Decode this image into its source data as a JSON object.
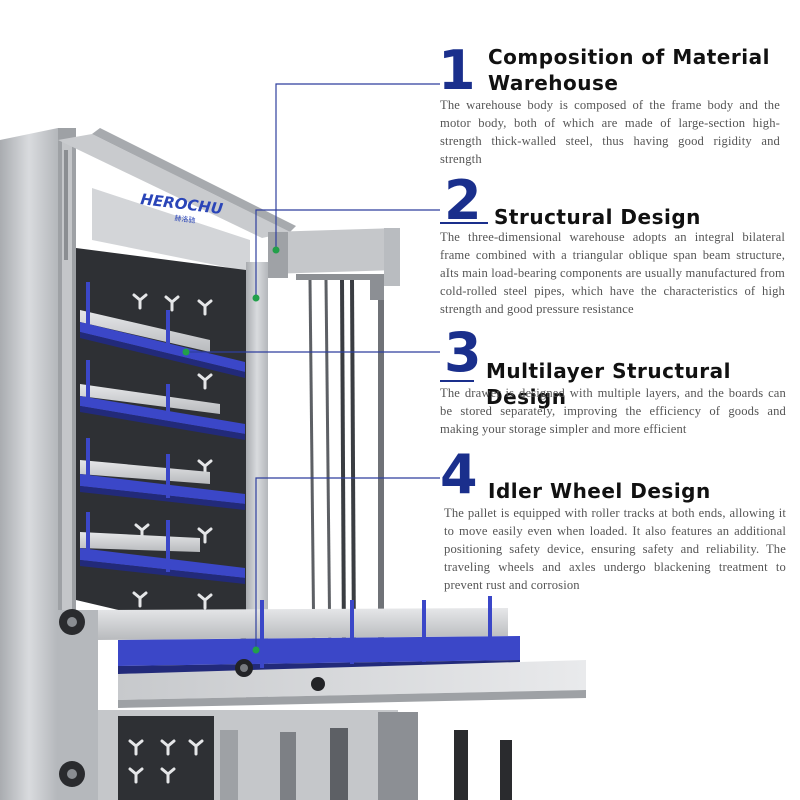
{
  "brand": {
    "logo_text": "HEROCHU",
    "logo_subtext": "赫洛驰"
  },
  "colors": {
    "accent": "#1a2f8c",
    "frame_gray": "#b9bcc0",
    "tray_blue": "#3b47c8",
    "connector_green": "#22a04a"
  },
  "features": [
    {
      "number": "1",
      "title": "Composition of Material Warehouse",
      "description": "The warehouse body is composed of the frame body and the motor body, both of which are made of large-section high-strength thick-walled steel, thus having good rigidity and strength"
    },
    {
      "number": "2",
      "title": "Structural Design",
      "description": "The three-dimensional warehouse adopts an integral bilateral frame combined with a triangular oblique span beam structure, aIts main load-bearing components are usually manufactured from cold-rolled steel pipes, which have the characteristics of high strength and good pressure resistance"
    },
    {
      "number": "3",
      "title": "Multilayer Structural Design",
      "description": "The drawer is designed with multiple layers, and the boards can be stored separately, improving the efficiency of goods and making your storage simpler and more efficient"
    },
    {
      "number": "4",
      "title": "Idler Wheel Design",
      "description": "The pallet is equipped with roller tracks at both ends, allowing it to move easily even when loaded. It also features an additional positioning safety device, ensuring safety and reliability. The traveling wheels and axles undergo blackening treatment to prevent rust and corrosion"
    }
  ]
}
